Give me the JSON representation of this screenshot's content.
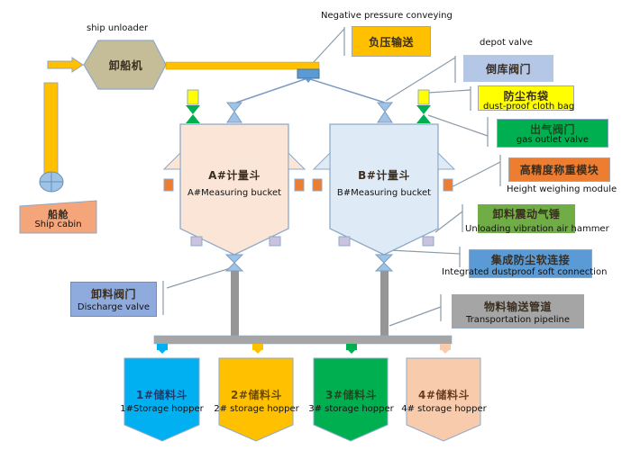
{
  "title": "Ship unloading and negative pressure conveying system diagram",
  "colors": {
    "conveyor": "#FFC000",
    "unloader": "#C4BD97",
    "pipe": "#969696",
    "valve": "#9DC3E6",
    "bucket_a": "#FBE5D6",
    "bucket_b": "#DEEBF7",
    "outline": "#8EA9C8",
    "leader": "#8C9BAA"
  },
  "equipment": {
    "ship_unloader": {
      "caption": "ship unloader",
      "label_zh": "卸船机"
    },
    "ship_cabin": {
      "label_zh": "船舱",
      "label_en": "Ship cabin"
    },
    "bucket_a": {
      "label_zh": "A#计量斗",
      "label_en": "A#Measuring bucket"
    },
    "bucket_b": {
      "label_zh": "B#计量斗",
      "label_en": "B#Measuring bucket"
    }
  },
  "callouts": {
    "negative_pressure": {
      "caption": "Negative pressure conveying",
      "label_zh": "负压输送",
      "color": "#FFC000"
    },
    "depot_valve": {
      "caption": "depot valve",
      "label_zh": "倒库阀门",
      "color": "#B4C7E7"
    },
    "dust_bag": {
      "label_zh": "防尘布袋",
      "label_en": "dust-proof cloth bag",
      "color": "#FFFF00"
    },
    "gas_outlet": {
      "label_zh": "出气阀门",
      "label_en": "gas outlet valve",
      "color": "#00B050"
    },
    "weighing": {
      "label_zh": "高精度称重模块",
      "label_en": "Height weighing module",
      "color": "#ED7D31"
    },
    "vibration": {
      "label_zh": "卸料震动气锤",
      "label_en": "Unloading vibration air hammer",
      "color": "#70AD47"
    },
    "soft_connection": {
      "label_zh": "集成防尘软连接",
      "label_en": "Integrated dustproof soft connection",
      "color": "#5B9BD5"
    },
    "pipeline": {
      "label_zh": "物料输送管道",
      "label_en": "Transportation pipeline",
      "color": "#A5A5A5"
    },
    "discharge": {
      "label_zh": "卸料阀门",
      "label_en": "Discharge valve",
      "color": "#8FAADC"
    }
  },
  "hoppers": [
    {
      "label_zh": "1#储料斗",
      "label_en": "1#Storage hopper",
      "color": "#00B0F0"
    },
    {
      "label_zh": "2#储料斗",
      "label_en": "2# storage hopper",
      "color": "#FFC000"
    },
    {
      "label_zh": "3#储料斗",
      "label_en": "3# storage hopper",
      "color": "#00B050"
    },
    {
      "label_zh": "4#储料斗",
      "label_en": "4# storage hopper",
      "color": "#F8CBAD"
    }
  ]
}
